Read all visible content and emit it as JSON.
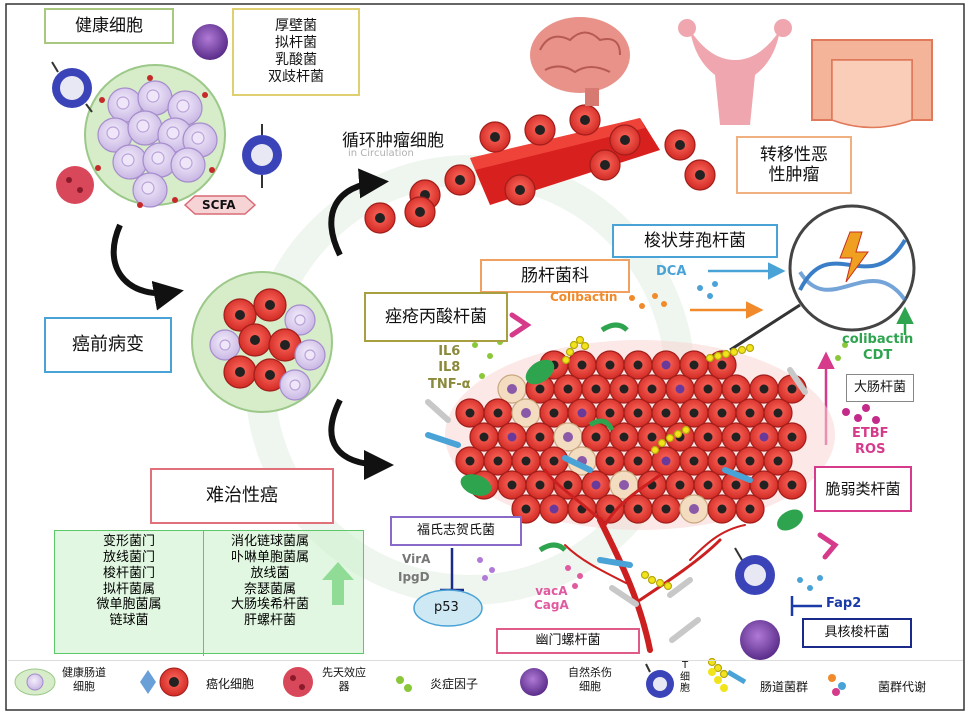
{
  "healthy": {
    "title": "健康细胞",
    "bacteria": [
      "厚壁菌",
      "拟杆菌",
      "乳酸菌",
      "双歧杆菌"
    ],
    "scfa": "SCFA"
  },
  "precancer": {
    "title": "癌前病变"
  },
  "circulation": {
    "title": "循环肿瘤细胞",
    "faded": "in Circulation"
  },
  "metastasis": {
    "line1": "转移性恶",
    "line2": "性肿瘤"
  },
  "fuso_spore": {
    "title": "梭状芽孢杆菌"
  },
  "entero": {
    "title": "肠杆菌科"
  },
  "dca": "DCA",
  "colibactin": "Colibactin",
  "acne": {
    "title": "痤疮丙酸杆菌"
  },
  "cytokines": [
    "IL6",
    "IL8",
    "TNF-α"
  ],
  "ecoli": {
    "top1": "colibactin",
    "top2": "CDT",
    "title": "大肠杆菌"
  },
  "bfrag": {
    "etbf": "ETBF",
    "ros": "ROS",
    "title": "脆弱类杆菌"
  },
  "refractory": {
    "title": "难治性癌"
  },
  "genera": {
    "left": [
      "变形菌门",
      "放线菌门",
      "梭杆菌门",
      "拟杆菌属",
      "微单胞菌属",
      "链球菌"
    ],
    "right": [
      "消化链球菌属",
      "卟啉单胞菌属",
      "放线菌",
      "奈瑟菌属",
      "大肠埃希杆菌",
      "肝螺杆菌"
    ]
  },
  "shigella": {
    "title": "福氏志贺氏菌",
    "vira": "VirA",
    "ipgd": "IpgD",
    "p53": "p53"
  },
  "hpylori": {
    "vaca": "vacA",
    "caga": "CagA",
    "title": "幽门螺杆菌"
  },
  "fuso_nuc": {
    "fap2": "Fap2",
    "title": "具核梭杆菌"
  },
  "legend": {
    "healthy_cells": [
      "健康肠道",
      "细胞"
    ],
    "cancer_cells": "癌化细胞",
    "innate": [
      "先天效应",
      "器"
    ],
    "inflammatory": "炎症因子",
    "nk": [
      "自然杀伤",
      "细胞"
    ],
    "t_cells": [
      "T",
      "细",
      "胞"
    ],
    "microbiota": "肠道菌群",
    "metabolites": "菌群代谢"
  },
  "colors": {
    "cancer_red": "#e8403a",
    "healthy_lilac": "#d6c6ec",
    "olive": "#8a8a3a",
    "blue_box": "#4aa3d6",
    "magenta": "#d63a8a",
    "navy": "#1a2a8a",
    "green_box": "#5cc86a"
  },
  "icons": [
    "brain-icon",
    "uterus-icon",
    "intestine-icon",
    "dna-icon",
    "lightning-icon"
  ]
}
